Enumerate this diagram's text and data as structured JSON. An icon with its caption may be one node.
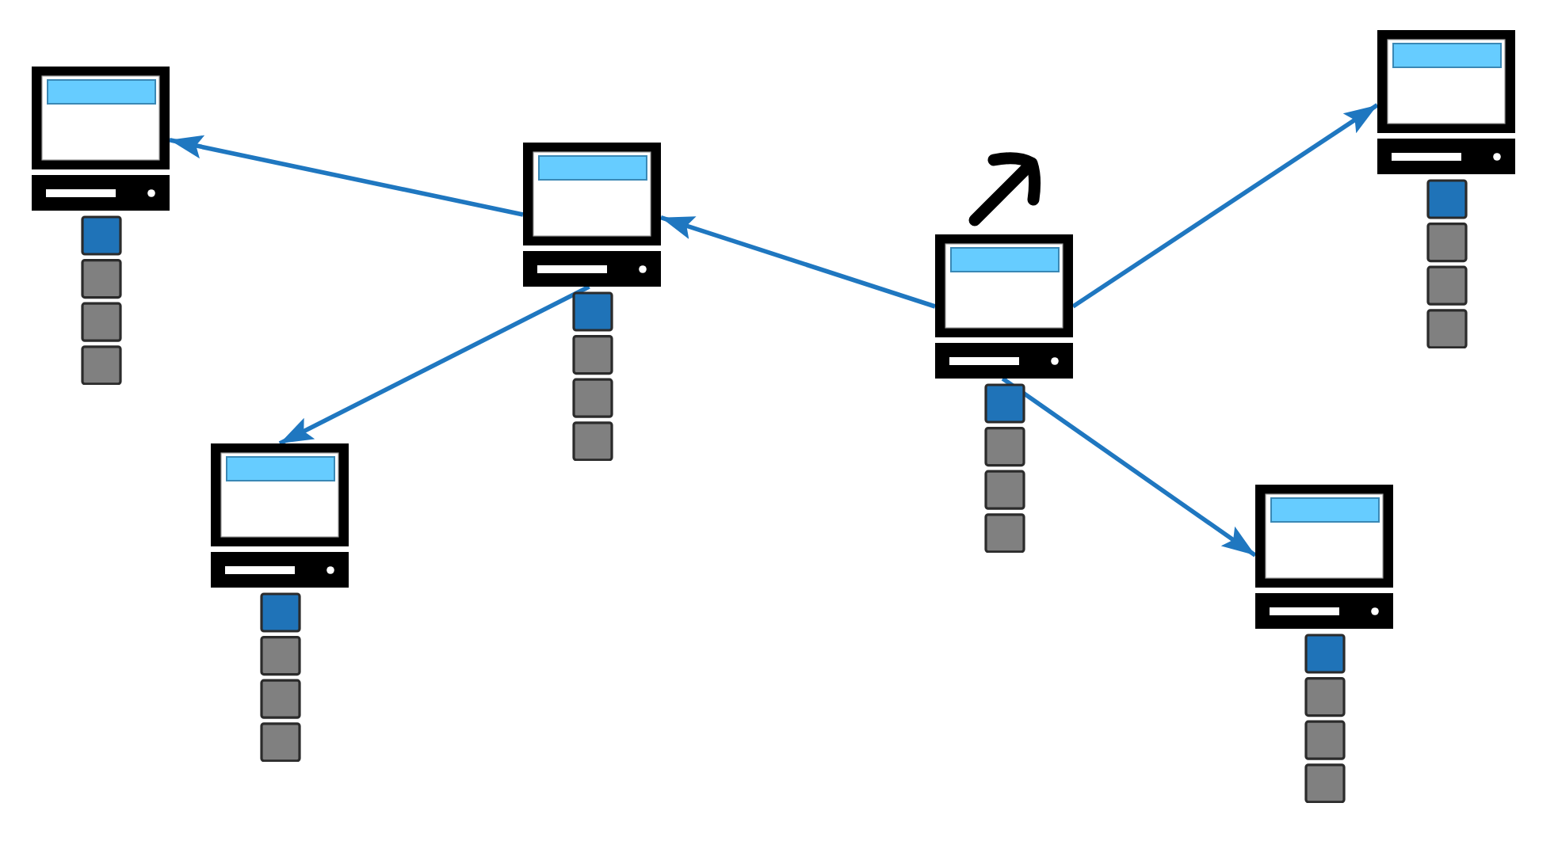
{
  "diagram": {
    "nodes": [
      {
        "text": [],
        "shape": "computer"
      },
      {
        "text": [],
        "shape": "computer"
      },
      {
        "text": [],
        "shape": "computer"
      },
      {
        "text": [],
        "shape": "computer"
      },
      {
        "text": [],
        "shape": "computer"
      },
      {
        "text": [],
        "shape": "computer"
      }
    ],
    "edges": [
      {
        "from": 1,
        "to": 0,
        "arrow": "to"
      },
      {
        "from": 1,
        "to": 4,
        "arrow": "to"
      },
      {
        "from": 2,
        "to": 1,
        "arrow": "to"
      },
      {
        "from": 2,
        "to": 3,
        "arrow": "to"
      },
      {
        "from": 2,
        "to": 5,
        "arrow": "to"
      }
    ]
  }
}
